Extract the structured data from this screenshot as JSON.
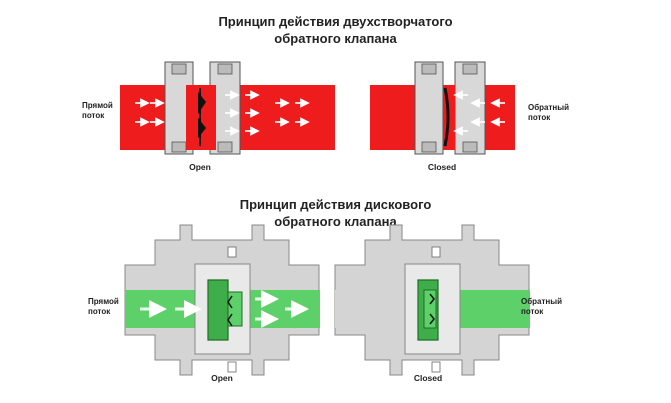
{
  "titles": {
    "dual_line1": "Принцип действия двухстворчатого",
    "dual_line2": "обратного клапана",
    "disc_line1": "Принцип действия дискового",
    "disc_line2": "обратного клапана"
  },
  "labels": {
    "forward_line1": "Прямой",
    "forward_line2": "поток",
    "reverse_line1": "Обратный",
    "reverse_line2": "поток",
    "open": "Open",
    "closed": "Closed"
  },
  "colors": {
    "red_flow": "#ee1c1c",
    "green_flow": "#5dd06a",
    "body_gray": "#d4d4d4",
    "disc_green": "#3fae4a"
  }
}
